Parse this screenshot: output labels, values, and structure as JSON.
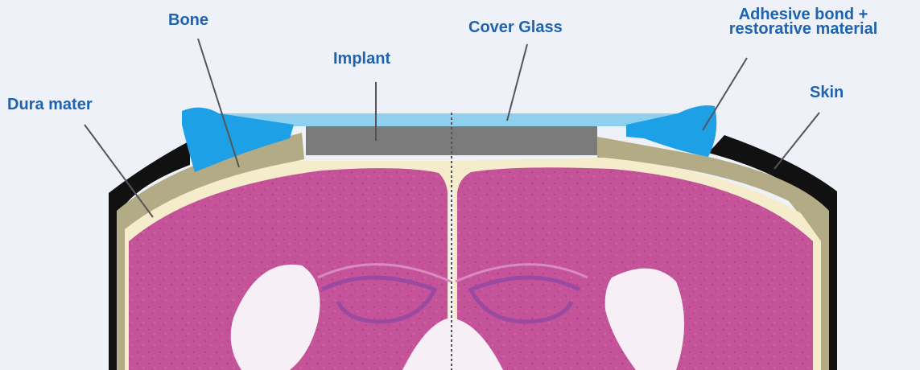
{
  "labels": {
    "bone": "Bone",
    "cover_glass": "Cover Glass",
    "adhesive_line1": "Adhesive bond +",
    "adhesive_line2": "restorative material",
    "implant": "Implant",
    "dura_mater": "Dura mater",
    "skin": "Skin"
  },
  "colors": {
    "background": "#eef2f8",
    "label_text": "#1f63b0",
    "leader_line": "#555555",
    "cover_glass": "#8fd0ee",
    "adhesive": "#1ea0e6",
    "implant": "#7b7b7b",
    "bone": "#b3aa86",
    "dura": "#f4eccb",
    "skin": "#111111",
    "brain_tissue": "#c5539a",
    "ventricle": "#f6f0f6",
    "hippocampus": "#9a4aa0"
  }
}
